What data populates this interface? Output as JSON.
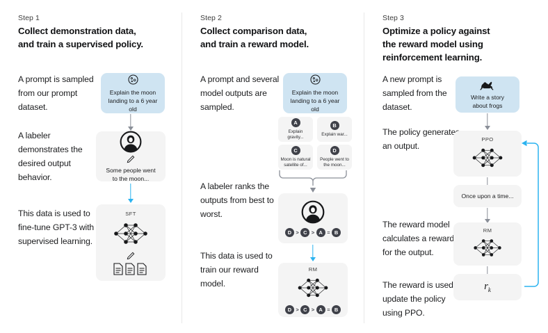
{
  "columns": [
    {
      "step_label": "Step 1",
      "title": "Collect demonstration data,\nand train a supervised policy.",
      "captions": [
        "A prompt is\nsampled from our\nprompt dataset.",
        "A labeler\ndemonstrates the\ndesired output\nbehavior.",
        "This data is used\nto fine-tune GPT-3\nwith supervised\nlearning."
      ],
      "prompt_box": {
        "icon": "moon-icon",
        "text": "Explain the moon\nlanding to a 6 year old",
        "color": "#cfe4f2"
      },
      "labeler_box": {
        "icon": "labeler-person-icon",
        "pencil": "pencil-icon",
        "text": "Some people went\nto the moon..."
      },
      "model_box": {
        "tag": "SFT",
        "icon": "neural-network-icon",
        "pencil": "pencil-icon",
        "docs": "three-documents-icon"
      },
      "arrows": [
        {
          "name": "arrow-prompt-to-labeler",
          "color": "#8a8f98"
        },
        {
          "name": "arrow-labeler-to-sft",
          "color": "#2bb3f0"
        }
      ]
    },
    {
      "step_label": "Step 2",
      "title": "Collect comparison data,\nand train a reward model.",
      "captions": [
        "A prompt and\nseveral model\noutputs are\nsampled.",
        "A labeler ranks\nthe outputs from\nbest to worst.",
        "This data is used\nto train our\nreward model."
      ],
      "prompt_box": {
        "icon": "moon-icon",
        "text": "Explain the moon\nlanding to a 6 year old",
        "color": "#cfe4f2"
      },
      "options": [
        {
          "badge": "A",
          "text": "Explain gravity..."
        },
        {
          "badge": "B",
          "text": "Explain war..."
        },
        {
          "badge": "C",
          "text": "Moon is natural\nsatellite of..."
        },
        {
          "badge": "D",
          "text": "People went to\nthe moon..."
        }
      ],
      "labeler_box": {
        "icon": "labeler-person-icon",
        "ranking": [
          "D",
          ">",
          "C",
          ">",
          "A",
          "=",
          "B"
        ]
      },
      "model_box": {
        "tag": "RM",
        "icon": "neural-network-icon",
        "ranking": [
          "D",
          ">",
          "C",
          ">",
          "A",
          "=",
          "B"
        ]
      },
      "arrows": [
        {
          "name": "brace-outputs-to-labeler",
          "color": "#8a8f98"
        },
        {
          "name": "arrow-labeler-to-rm",
          "color": "#2bb3f0"
        }
      ]
    },
    {
      "step_label": "Step 3",
      "title": "Optimize a policy against\nthe reward model using\nreinforcement learning.",
      "captions": [
        "A new prompt\nis sampled from\nthe dataset.",
        "The policy\ngenerates\nan output.",
        "The reward model\ncalculates a\nreward for\nthe output.",
        "The reward is\nused to update\nthe policy\nusing PPO."
      ],
      "prompt_box": {
        "icon": "frog-icon",
        "text": "Write a story\nabout frogs",
        "color": "#cfe4f2"
      },
      "policy_box": {
        "tag": "PPO",
        "icon": "neural-network-icon"
      },
      "output_box": {
        "text": "Once upon a time..."
      },
      "rm_box": {
        "tag": "RM",
        "icon": "neural-network-icon"
      },
      "reward_box": {
        "symbol": "r",
        "subscript": "k"
      },
      "arrows": [
        {
          "name": "arrow-prompt-to-ppo",
          "color": "#8a8f98"
        },
        {
          "name": "arrow-ppo-to-output",
          "color": "#8a8f98"
        },
        {
          "name": "arrow-output-to-rm",
          "color": "#8a8f98"
        },
        {
          "name": "arrow-rm-to-reward",
          "color": "#8a8f98"
        },
        {
          "name": "feedback-loop-arrow",
          "color": "#2bb3f0"
        }
      ]
    }
  ],
  "colors": {
    "prompt_blue": "#cfe4f2",
    "box_gray": "#f4f4f4",
    "arrow_gray": "#8a8f98",
    "arrow_blue": "#2bb3f0",
    "badge_dark": "#3f4149",
    "divider": "#e8e8e8"
  }
}
